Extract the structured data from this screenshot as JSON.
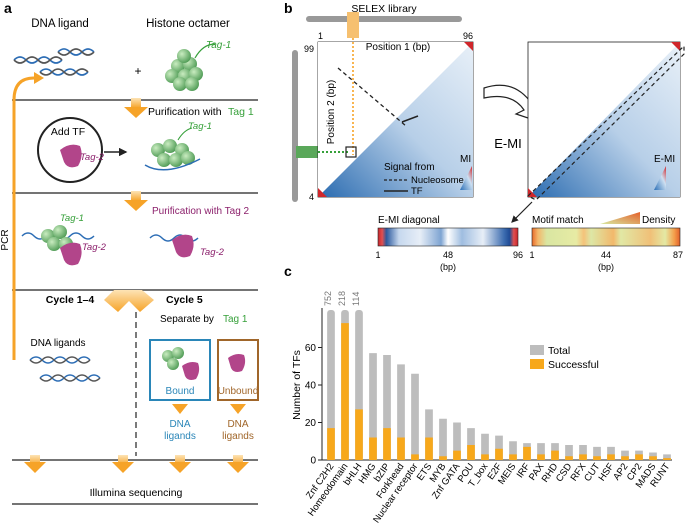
{
  "panel_a": {
    "label": "a",
    "dna_ligand": "DNA ligand",
    "histone_octamer": "Histone octamer",
    "plus": "+",
    "tag": "Tag",
    "tag1": "Tag-1",
    "tag2": "Tag-2",
    "purif1_prefix": "Purification with ",
    "purif1_tag": "Tag 1",
    "add_tf": "Add TF",
    "purif2": "Purification with Tag 2",
    "pcr": "PCR",
    "cycle14": "Cycle 1–4",
    "cycle5": "Cycle 5",
    "separate_prefix": "Separate by ",
    "separate_tag": "Tag 1",
    "dna_ligands_left": "DNA ligands",
    "bound": "Bound",
    "unbound": "Unbound",
    "dna_ligands_bound": [
      "DNA",
      "ligands"
    ],
    "dna_ligands_unbound": [
      "DNA",
      "ligands"
    ],
    "illumina": "Illumina sequencing"
  },
  "panel_b": {
    "label": "b",
    "selex": "SELEX library",
    "pos1": "Position 1 (bp)",
    "pos2": "Position 2 (bp)",
    "tick_1": "1",
    "tick_96": "96",
    "tick_99": "99",
    "tick_4": "4",
    "signal_from": "Signal from",
    "nucleosome": "Nucleosome",
    "tf": "TF",
    "mi": "MI",
    "emi_arrow": "E-MI",
    "emi_right": "E-MI",
    "emi_diag": "E-MI diagonal",
    "motif_match": "Motif match",
    "density": "Density",
    "diag_ticks": [
      "1",
      "48",
      "96"
    ],
    "motif_ticks": [
      "1",
      "44",
      "87"
    ],
    "bp": "(bp)"
  },
  "panel_c": {
    "label": "c",
    "chart_data": {
      "type": "bar",
      "ylabel": "Number of TFs",
      "yticks": [
        0,
        20,
        40,
        60
      ],
      "ylim": [
        0,
        80
      ],
      "legend": [
        "Total",
        "Successful"
      ],
      "colors": {
        "total": "#bdbdbd",
        "successful": "#f7a81b"
      },
      "categories": [
        "Znf C2H2",
        "Homeodomain",
        "bHLH",
        "HMG",
        "bZIP",
        "Forkhead",
        "Nuclear receptor",
        "ETS",
        "MYB",
        "Znf GATA",
        "POU",
        "T_box",
        "E2F",
        "MEIS",
        "IRF",
        "PAX",
        "RHD",
        "CSD",
        "RFX",
        "CUT",
        "HSF",
        "AP2",
        "CP2",
        "MADS",
        "RUNT"
      ],
      "total": [
        752,
        218,
        114,
        57,
        56,
        51,
        46,
        27,
        22,
        20,
        17,
        14,
        13,
        10,
        9,
        9,
        9,
        8,
        8,
        7,
        7,
        5,
        5,
        4,
        3
      ],
      "successful": [
        17,
        73,
        27,
        12,
        17,
        12,
        3,
        12,
        2,
        5,
        8,
        3,
        6,
        3,
        7,
        3,
        5,
        2,
        3,
        2,
        3,
        2,
        3,
        2,
        1
      ],
      "break_labels": [
        "752",
        "218",
        "114"
      ]
    }
  }
}
